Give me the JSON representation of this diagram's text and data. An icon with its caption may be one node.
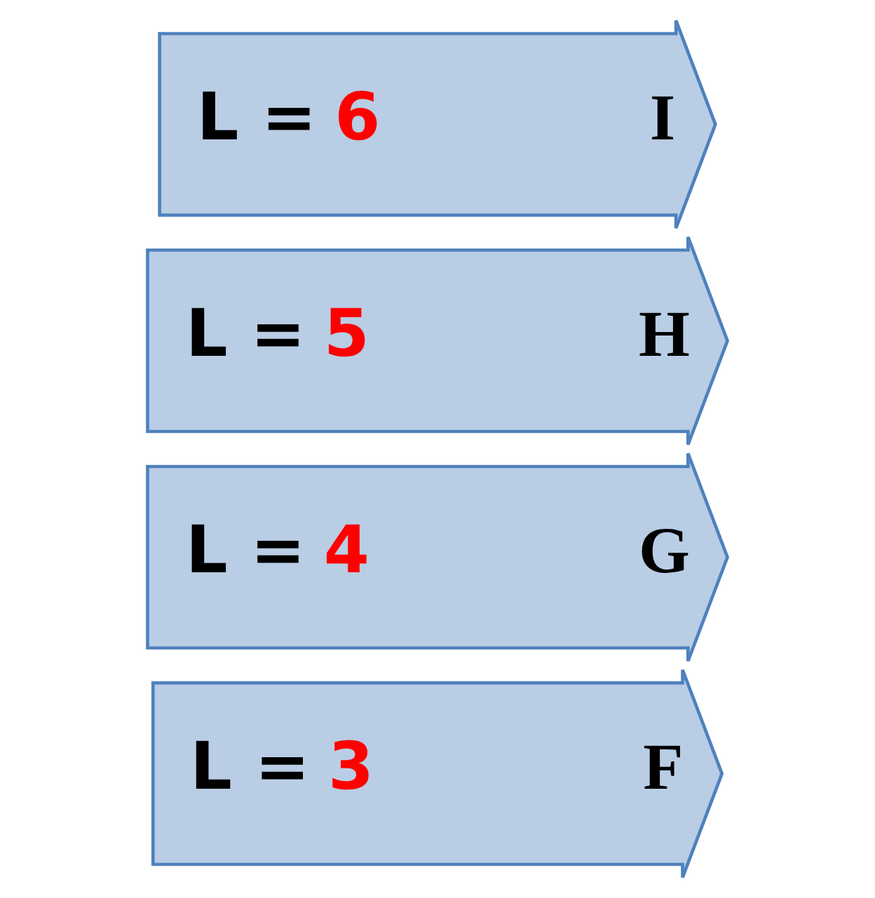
{
  "diagram": {
    "nodes": [
      {
        "text": [
          "L =",
          "3",
          "F"
        ]
      },
      {
        "text": [
          "L =",
          "4",
          "G"
        ]
      },
      {
        "text": [
          "L =",
          "5",
          "H"
        ]
      },
      {
        "text": [
          "L =",
          "6",
          "I"
        ]
      }
    ]
  }
}
